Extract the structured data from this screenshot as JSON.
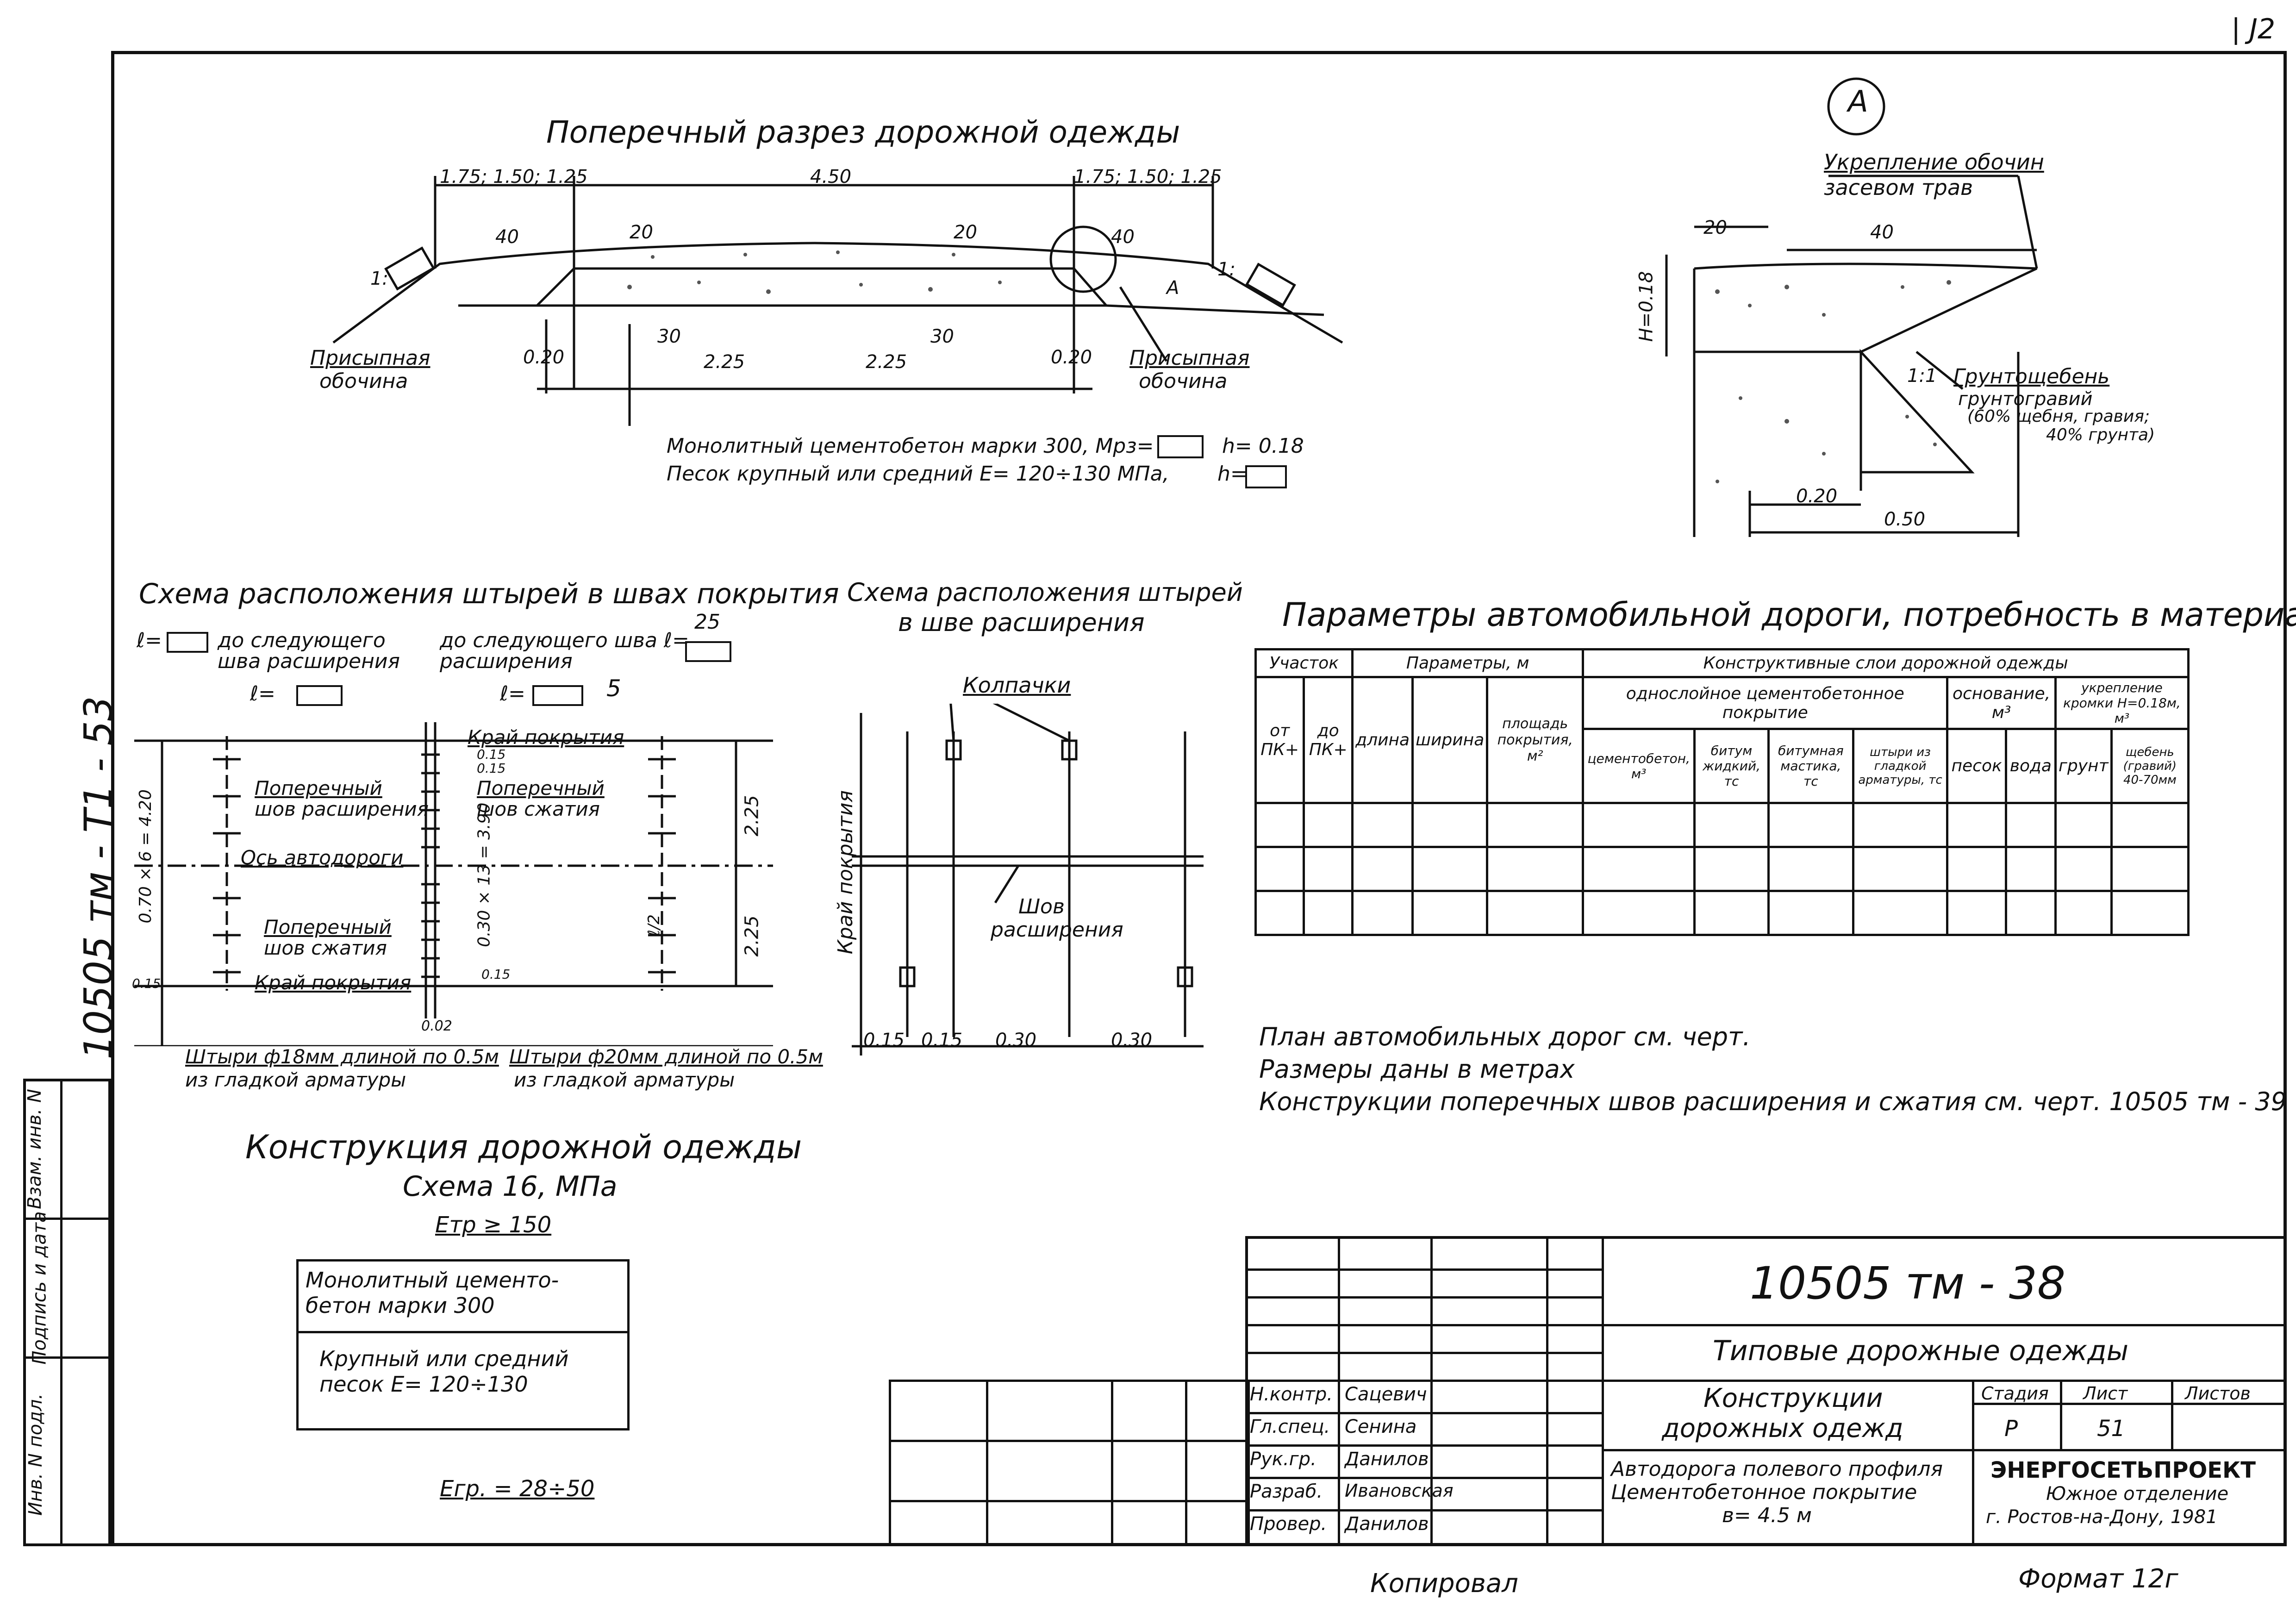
{
  "corner_mark": "| J2",
  "sheet_margin_code": "10505 тм - Т1 - 53",
  "side_stamp": {
    "inv_podl": "Инв. N подл.",
    "podp_data": "Подпись и дата",
    "vzam_inv": "Взам. инв. N"
  },
  "cross_section": {
    "title": "Поперечный разрез дорожной одежды",
    "dims_top": [
      "1.75; 1.50; 1.25",
      "4.50",
      "1.75; 1.50; 1.25"
    ],
    "slope_left": "40",
    "slope_mid_left": "20",
    "slope_mid_right": "20",
    "slope_right": "40",
    "slope_ratio_left": "1:",
    "slope_ratio_right": "1:",
    "callout_a": "A",
    "left_shoulder": [
      "Присыпная",
      "обочина"
    ],
    "right_shoulder": [
      "Присыпная",
      "обочина"
    ],
    "bottom_dims": [
      "0.20",
      "30",
      "2.25",
      "2.25",
      "30",
      "0.20"
    ],
    "layer1": "Монолитный цементобетон марки 300, Мрз=",
    "layer1_h": "h= 0.18",
    "layer2": "Песок крупный или средний  Е= 120÷130 МПа,",
    "layer2_h": "h="
  },
  "detail_a": {
    "mark": "A",
    "title1": "Укрепление обочин",
    "title2": "засевом трав",
    "dim_20": "20",
    "dim_40": "40",
    "h_label": "Н=0.18",
    "gravel": [
      "Грунтощебень",
      "грунтогравий",
      "(60% щебня, гравия;",
      "40% грунта)"
    ],
    "dim_020": "0.20",
    "dim_050": "0.50",
    "slope": "1:1"
  },
  "dowels_scheme": {
    "title": "Схема расположения штырей в швах покрытия",
    "l_left_1": "ℓ=",
    "l_left_text": [
      "до следующего",
      "шва расширения"
    ],
    "l_left_2": "ℓ=",
    "l_right_text": [
      "до следующего шва ℓ=",
      "расширения"
    ],
    "l_right_2": "ℓ=",
    "handwritten_25": "25",
    "handwritten_5": "5",
    "labels": {
      "kray_top": "Край покрытия",
      "pop_rash": [
        "Поперечный",
        "шов расширения"
      ],
      "pop_szh": [
        "Поперечный",
        "шов сжатия"
      ],
      "os": "Ось автодороги",
      "pop_szh2": [
        "Поперечный",
        "шов сжатия"
      ],
      "kray_bottom": "Край покрытия",
      "b_dim": "0.70 × 6 = 4.20",
      "b_dim2": "0.30 × 13 = 3.90",
      "d225a": "2.25",
      "d225b": "2.25",
      "d015a": "0.15",
      "d015b": "0.15",
      "d015c": "0.15",
      "d015d": "0.15",
      "d002": "0.02",
      "ln": "ℓ/2"
    },
    "note_left": [
      "Штыри ф18мм длиной по 0.5м",
      "из гладкой арматуры"
    ],
    "note_right": [
      "Штыри ф20мм длиной по 0.5м",
      "из гладкой арматуры"
    ]
  },
  "expansion_scheme": {
    "title": [
      "Схема расположения штырей",
      "в шве расширения"
    ],
    "caps": "Колпачки",
    "edge": "Край покрытия",
    "joint": [
      "Шов",
      "расширения"
    ],
    "dims": [
      "0.15",
      "0.15",
      "0.30",
      "0.30"
    ]
  },
  "params": {
    "title": "Параметры автомобильной дороги, потребность в материалах",
    "h_uchastok": "Участок",
    "h_param": "Параметры, м",
    "h_layers": "Конструктивные слои дорожной одежды",
    "h_single": "однослойное цементобетонное покрытие",
    "h_base": "основание, м³",
    "h_ukrepl": "укрепление кромки Н=0.18м, м³",
    "cols": [
      "от ПК+",
      "до ПК+",
      "длина",
      "ширина",
      "площадь покрытия, м²",
      "цементобетон, м³",
      "битум жидкий, тс",
      "битумная мастика, тс",
      "штыри из гладкой арматуры, тс",
      "песок",
      "вода",
      "грунт",
      "щебень (гравий) 40-70мм"
    ]
  },
  "notes": [
    "План автомобильных дорог см. черт.",
    "Размеры даны в метрах",
    "Конструкции поперечных швов расширения и сжатия см. черт. 10505 тм - 39"
  ],
  "construction": {
    "title": "Конструкция дорожной одежды",
    "subtitle": "Схема 16, МПа",
    "etr": "Етр ≥ 150",
    "layer1": [
      "Монолитный цементо-",
      "бетон марки 300"
    ],
    "layer2": [
      "Крупный или средний",
      "песок  Е= 120÷130"
    ],
    "egr": "Егр. = 28÷50"
  },
  "title_block": {
    "code": "10505 тм - 38",
    "series": "Типовые дорожные одежды",
    "roles": [
      "Н.контр.",
      "Гл.спец.",
      "Рук.гр.",
      "Разраб.",
      "Провер."
    ],
    "names": [
      "Сацевич",
      "Сенина",
      "Данилов",
      "Ивановская",
      "Данилов"
    ],
    "name_title": [
      "Конструкции",
      "дорожных одежд"
    ],
    "desc": [
      "Автодорога полевого профиля",
      "Цементобетонное покрытие",
      "в= 4.5 м"
    ],
    "stage_label": "Стадия",
    "sheet_label": "Лист",
    "sheets_label": "Листов",
    "stage": "Р",
    "sheet": "51",
    "org": "ЭНЕРГОСЕТЬПРОЕКТ",
    "org2": "Южное отделение",
    "org3": "г. Ростов-на-Дону, 1981"
  },
  "copied": "Копировал",
  "format": "Формат 12г"
}
